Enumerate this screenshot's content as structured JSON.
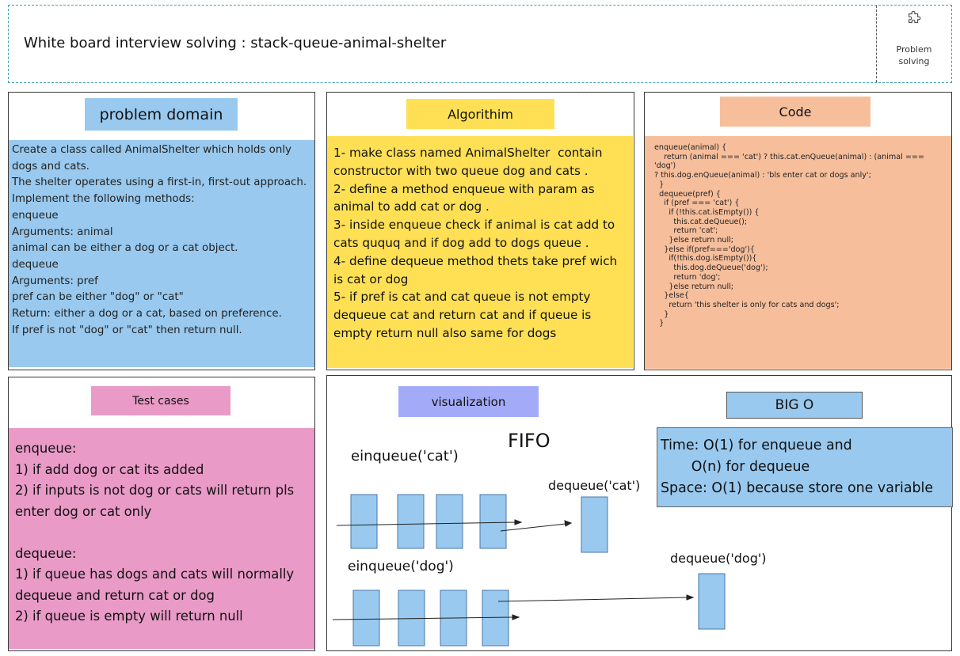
{
  "header": {
    "title": "White board interview solving : stack-queue-animal-shelter",
    "badge_label": "Problem solving",
    "badge_icon": "puzzle-piece-icon"
  },
  "sections": {
    "problem_domain": {
      "title": "problem domain",
      "body": "Create a class called AnimalShelter which holds only dogs and cats.\nThe shelter operates using a first-in, first-out approach.\nImplement the following methods:\nenqueue\nArguments: animal\nanimal can be either a dog or a cat object.\ndequeue\nArguments: pref\npref can be either \"dog\" or \"cat\"\nReturn: either a dog or a cat, based on preference.\nIf pref is not \"dog\" or \"cat\" then return null."
    },
    "algorithm": {
      "title": "Algorithim",
      "body": "1- make class named AnimalShelter  contain constructor with two queue dog and cats .\n2- define a method enqueue with param as animal to add cat or dog .\n3- inside enqueue check if animal is cat add to cats ququq and if dog add to dogs queue .\n4- define dequeue method thets take pref wich is cat or dog\n5- if pref is cat and cat queue is not empty dequeue cat and return cat and if queue is empty return null also same for dogs"
    },
    "code": {
      "title": "Code",
      "body": "enqueue(animal) {\n    return (animal === 'cat') ? this.cat.enQueue(animal) : (animal === 'dog')\n? this.dog.enQueue(animal) : 'bls enter cat or dogs anly';\n  }\n  dequeue(pref) {\n    if (pref === 'cat') {\n      if (!this.cat.isEmpty()) {\n        this.cat.deQueue();\n        return 'cat';\n      }else return null;\n    }else if(pref==='dog'){\n      if(!this.dog.isEmpty()){\n        this.dog.deQueue('dog');\n        return 'dog';\n      }else return null;\n    }else{\n      return 'this shelter is only for cats and dogs';\n    }\n  }"
    },
    "test_cases": {
      "title": "Test cases",
      "body": "enqueue:\n1) if add dog or cat its added\n2) if inputs is not dog or cats will return pls enter dog or cat only\n\ndequeue:\n1) if queue has dogs and cats will normally dequeue and return cat or dog\n2) if queue is empty will return null"
    },
    "visualization": {
      "title": "visualization",
      "fifo": "FIFO",
      "enqueue_cat": "einqueue('cat')",
      "dequeue_cat": "dequeue('cat')",
      "enqueue_dog": "einqueue('dog')",
      "dequeue_dog": "dequeue('dog')"
    },
    "big_o": {
      "title": "BIG O",
      "body": "Time: O(1) for enqueue and\n       O(n) for dequeue\nSpace: O(1) because store one variable"
    }
  },
  "colors": {
    "blue": "#99c9ee",
    "yellow": "#ffe055",
    "salmon": "#f7be9b",
    "pink": "#e99ac7",
    "lavender": "#a3abf8",
    "queue_box": "#99c9ee"
  }
}
